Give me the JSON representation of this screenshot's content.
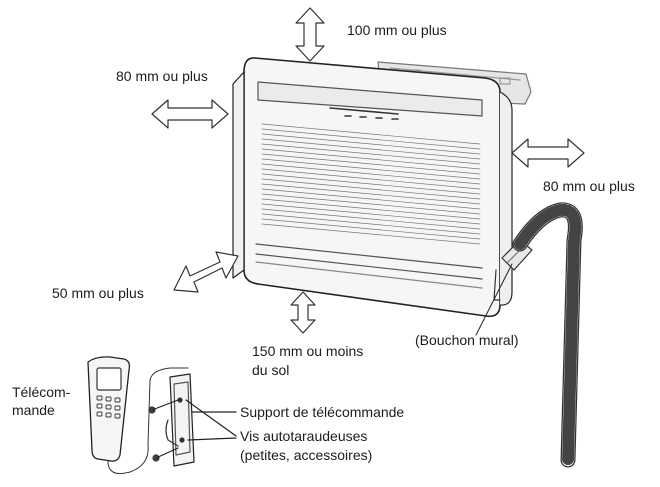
{
  "labels": {
    "top_clearance": "100 mm ou plus",
    "left_clearance": "80 mm ou plus",
    "right_clearance": "80 mm ou plus",
    "bottom_left_clearance": "50 mm ou plus",
    "floor_clearance_line1": "150 mm ou moins",
    "floor_clearance_line2": "du sol",
    "wall_plug": "(Bouchon mural)",
    "remote_line1": "Télécom-",
    "remote_line2": "mande",
    "remote_holder": "Support de télécommande",
    "screws_line1": "Vis autotaraudeuses",
    "screws_line2": "(petites, accessoires)"
  }
}
